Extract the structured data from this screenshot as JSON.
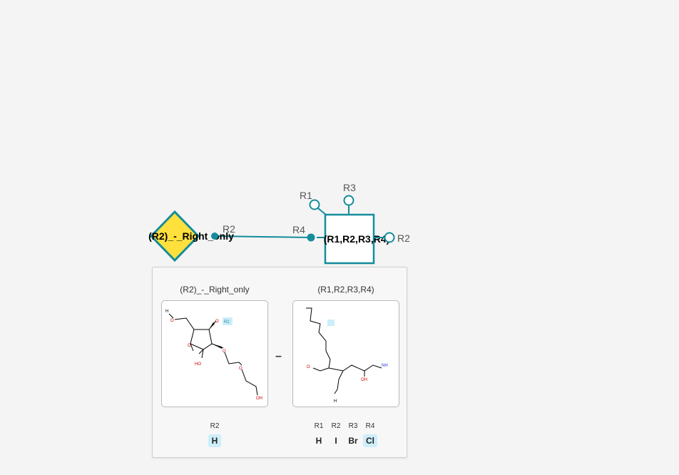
{
  "colors": {
    "accent": "#148c9c",
    "monomer_diamond_fill": "#ffe03d",
    "highlight": "#cdeefa"
  },
  "nodes": {
    "left": {
      "label": "(R2)_-_Right_only",
      "port": "R2",
      "shape": "diamond"
    },
    "right": {
      "label": "(R1,R2,R3,R4)",
      "ports": {
        "r1": "R1",
        "r2": "R2",
        "r3": "R3",
        "r4": "R4"
      },
      "shape": "square"
    }
  },
  "preview": {
    "left": {
      "title": "(R2)_-_Right_only",
      "rgroups": [
        {
          "name": "R2",
          "value": "H",
          "highlight": true
        }
      ]
    },
    "operator": "–",
    "right": {
      "title": "(R1,R2,R3,R4)",
      "rgroups": [
        {
          "name": "R1",
          "value": "H",
          "highlight": false
        },
        {
          "name": "R2",
          "value": "I",
          "highlight": false
        },
        {
          "name": "R3",
          "value": "Br",
          "highlight": false
        },
        {
          "name": "R4",
          "value": "Cl",
          "highlight": true
        }
      ]
    },
    "structure_atoms": {
      "left": {
        "h": "H",
        "o1": "O",
        "o2": "O",
        "r2": "R2",
        "o3": "O",
        "o4": "O",
        "ho": "HO",
        "o5": "O",
        "oh": "OH"
      },
      "right": {
        "o": "O",
        "oh": "OH",
        "nh": "NH",
        "h": "H"
      }
    }
  }
}
